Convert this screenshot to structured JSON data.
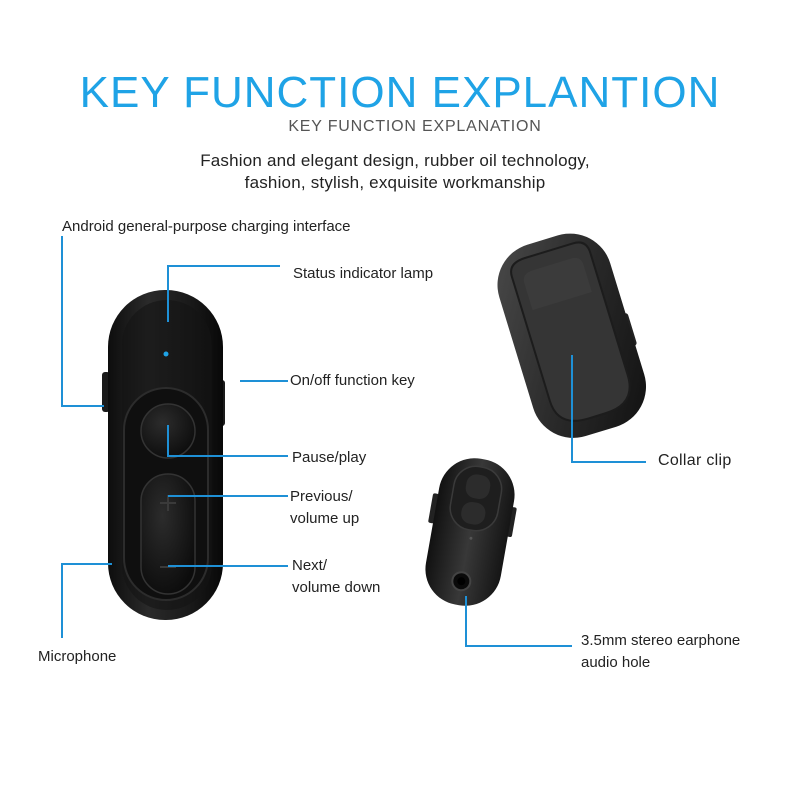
{
  "header": {
    "title": "KEY FUNCTION EXPLANTION",
    "subtitle": "KEY FUNCTION EXPLANATION",
    "desc_line1": "Fashion and elegant design, rubber oil technology,",
    "desc_line2": "fashion, stylish, exquisite workmanship"
  },
  "labels": {
    "charging": "Android general-purpose charging interface",
    "status_lamp": "Status indicator lamp",
    "onoff": "On/off function key",
    "pause": "Pause/play",
    "prev_line1": "Previous/",
    "prev_line2": "volume up",
    "next_line1": "Next/",
    "next_line2": "volume down",
    "microphone": "Microphone",
    "collar": "Collar clip",
    "earphone_line1": "3.5mm stereo earphone",
    "earphone_line2": "audio hole"
  },
  "colors": {
    "accent": "#1fa3e6",
    "leader_line": "#1e90d6",
    "device": "#1a1a1a",
    "indicator": "#1fa3e6"
  }
}
